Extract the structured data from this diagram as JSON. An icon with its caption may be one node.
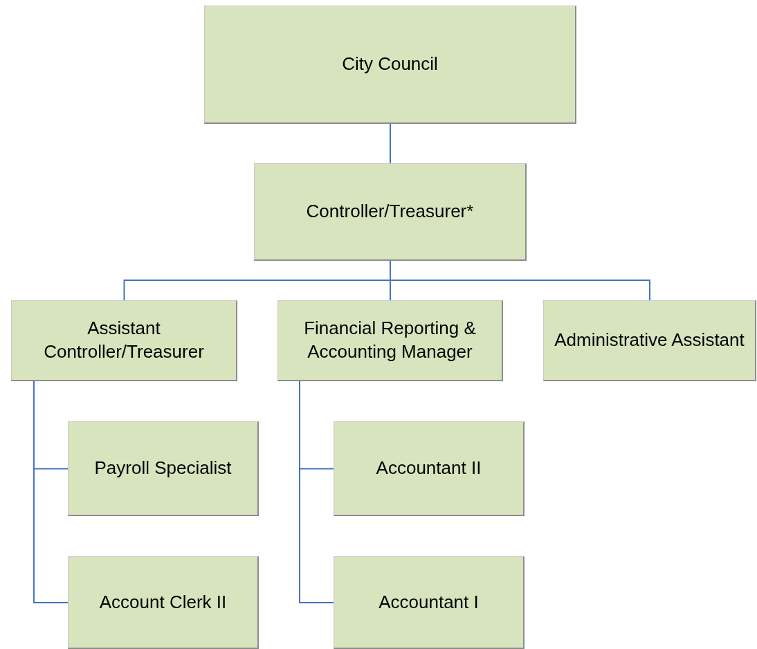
{
  "diagram": {
    "nodes": [
      {
        "text": [
          "City Council"
        ]
      },
      {
        "text": [
          "Controller/Treasurer*"
        ]
      },
      {
        "text": [
          "Assistant Controller/Treasurer"
        ]
      },
      {
        "text": [
          "Financial Reporting & Accounting Manager"
        ]
      },
      {
        "text": [
          "Administrative Assistant"
        ]
      },
      {
        "text": [
          "Payroll Specialist"
        ]
      },
      {
        "text": [
          "Accountant II"
        ]
      },
      {
        "text": [
          "Account Clerk II"
        ]
      },
      {
        "text": [
          "Accountant I"
        ]
      }
    ],
    "edges": [
      {
        "from": 0,
        "to": 1,
        "arrow": "none"
      },
      {
        "from": 1,
        "to": 2,
        "arrow": "none"
      },
      {
        "from": 1,
        "to": 3,
        "arrow": "none"
      },
      {
        "from": 1,
        "to": 4,
        "arrow": "none"
      },
      {
        "from": 2,
        "to": 5,
        "arrow": "none"
      },
      {
        "from": 2,
        "to": 7,
        "arrow": "none"
      },
      {
        "from": 3,
        "to": 6,
        "arrow": "none"
      },
      {
        "from": 3,
        "to": 8,
        "arrow": "none"
      }
    ]
  }
}
